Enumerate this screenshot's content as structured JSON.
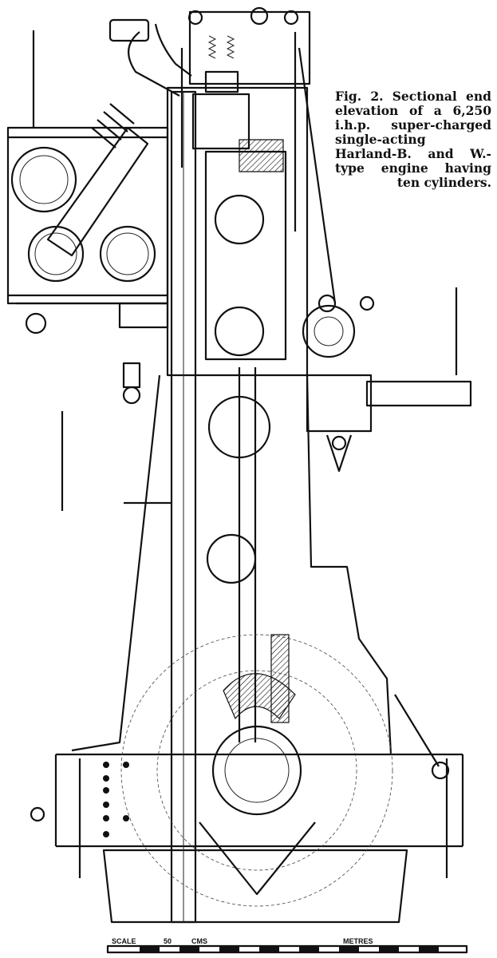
{
  "figure": {
    "caption": "Fig. 2.  Sectional end elevation of a 6,250 i.h.p. super-charged single-acting Harland-B. and W.-type engine having ten cylinders."
  },
  "scale_bar": {
    "left_label": "SCALE",
    "cms_label": "CMS",
    "tick_label": "50",
    "right_label": "METRES"
  }
}
